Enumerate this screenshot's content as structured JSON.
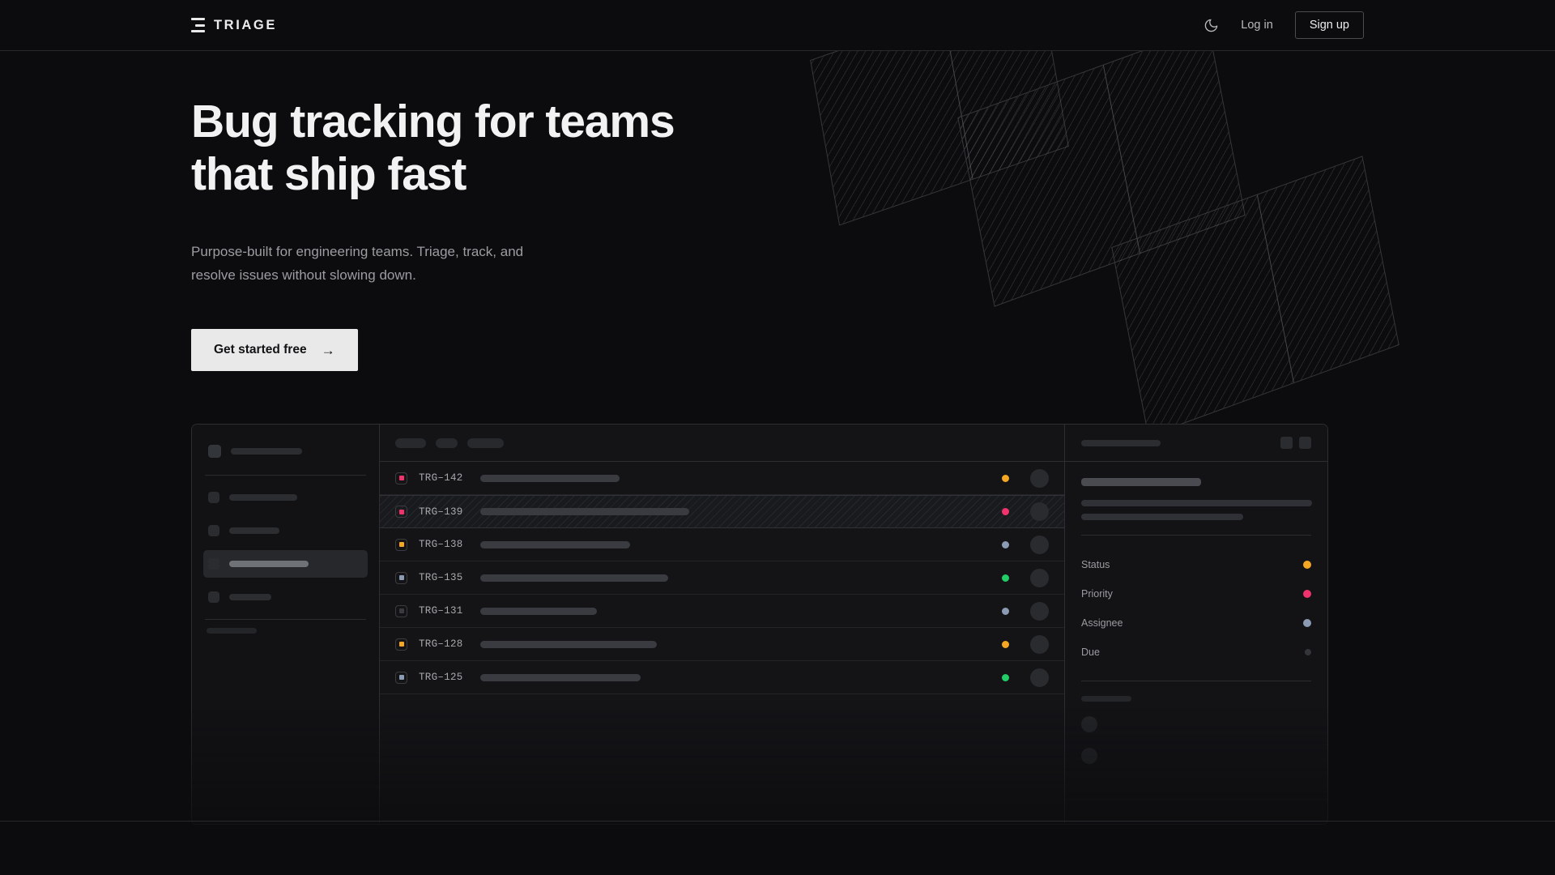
{
  "header": {
    "brand": "TRIAGE",
    "brand_icon": "stacked-bars-logo-icon",
    "theme_toggle_icon": "moon-icon",
    "login_label": "Log in",
    "signup_label": "Sign up"
  },
  "hero": {
    "heading": "Bug tracking for teams\nthat ship fast",
    "subheading": "Purpose-built for engineering teams. Triage, track, and\nresolve issues without slowing down.",
    "cta_label": "Get started free",
    "cta_arrow": "→"
  },
  "colors": {
    "page_bg": "#0c0c0e",
    "text_primary": "#f2f2f3",
    "text_muted": "#9b9da1",
    "border": "#2a2a2e",
    "cta_bg": "#e9e9ea",
    "status_amber": "#f5a623",
    "status_pink": "#f0336c",
    "status_green": "#22cc66",
    "status_blue": "#8b9bb4",
    "status_none": "#3a3b40"
  },
  "mockup": {
    "sidebar": {
      "nav_items": [
        {
          "name": "nav-item-1",
          "width": 84,
          "active": false
        },
        {
          "name": "nav-item-2",
          "width": 62,
          "active": false
        },
        {
          "name": "nav-item-3",
          "width": 98,
          "active": true
        },
        {
          "name": "nav-item-4",
          "width": 52,
          "active": false
        }
      ],
      "dots": 3
    },
    "toolbar": {
      "chips": [
        38,
        27,
        45
      ]
    },
    "columns": [
      "priority",
      "id",
      "title",
      "status",
      "assignee"
    ],
    "rows": [
      {
        "id": "TRG–142",
        "priority_color": "#f0336c",
        "status_color": "#f5a623",
        "title_width": 172,
        "selected": false
      },
      {
        "id": "TRG–139",
        "priority_color": "#f0336c",
        "status_color": "#f0336c",
        "title_width": 258,
        "selected": true
      },
      {
        "id": "TRG–138",
        "priority_color": "#f5a623",
        "status_color": "#8b9bb4",
        "title_width": 185,
        "selected": false
      },
      {
        "id": "TRG–135",
        "priority_color": "#8b9bb4",
        "status_color": "#22cc66",
        "title_width": 232,
        "selected": false
      },
      {
        "id": "TRG–131",
        "priority_color": "#3a3b40",
        "status_color": "#8b9bb4",
        "title_width": 144,
        "selected": false
      },
      {
        "id": "TRG–128",
        "priority_color": "#f5a623",
        "status_color": "#f5a623",
        "title_width": 218,
        "selected": false
      },
      {
        "id": "TRG–125",
        "priority_color": "#8b9bb4",
        "status_color": "#22cc66",
        "title_width": 198,
        "selected": false
      }
    ],
    "detail": {
      "title_width": 98,
      "action_buttons": 2,
      "body_title_width": 148,
      "body_lines": [
        285,
        200
      ],
      "fields": [
        {
          "label": "Status",
          "value_color": "#f5a623",
          "size": 10
        },
        {
          "label": "Priority",
          "value_color": "#f0336c",
          "size": 10
        },
        {
          "label": "Assignee",
          "value_color": "#8b9bb4",
          "size": 10
        },
        {
          "label": "Due",
          "value_color": "#34353a",
          "size": 8
        }
      ],
      "footer_label_width": 62,
      "footer_avatars": 2
    }
  }
}
